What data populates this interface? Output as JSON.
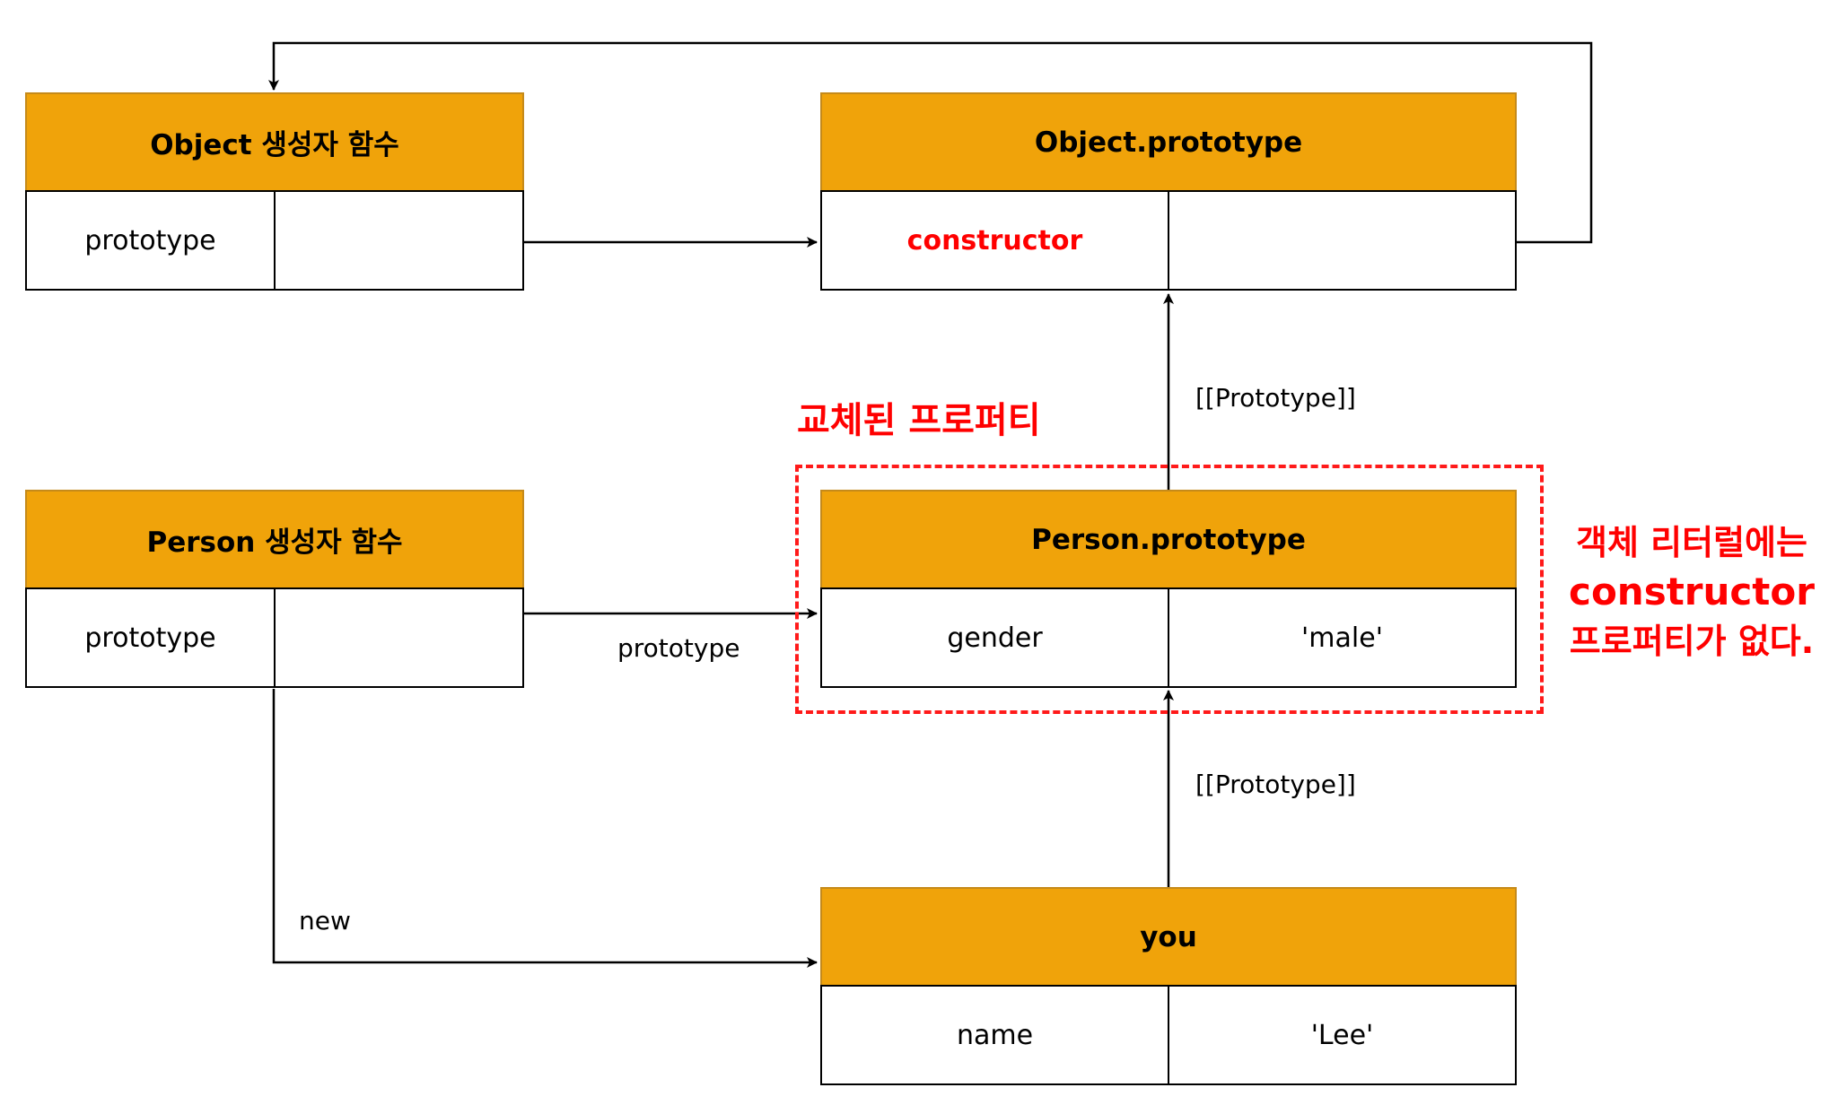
{
  "nodes": {
    "object_ctor": {
      "title": "Object 생성자 함수",
      "cells": [
        "prototype",
        ""
      ]
    },
    "object_proto": {
      "title": "Object.prototype",
      "cells": [
        "constructor",
        ""
      ]
    },
    "person_ctor": {
      "title": "Person 생성자 함수",
      "cells": [
        "prototype",
        ""
      ]
    },
    "person_proto": {
      "title": "Person.prototype",
      "cells": [
        "gender",
        "'male'"
      ]
    },
    "you": {
      "title": "you",
      "cells": [
        "name",
        "'Lee'"
      ]
    }
  },
  "edges": {
    "proto_link_upper": "[[Prototype]]",
    "proto_link_lower": "[[Prototype]]",
    "person_prototype": "prototype",
    "new": "new"
  },
  "annotations": {
    "replaced_label": "교체된 프로퍼티",
    "note_line1": "객체 리터럴에는",
    "note_line2": "constructor",
    "note_line3": "프로퍼티가 없다."
  },
  "colors": {
    "header_fill": "#f0a30a",
    "highlight": "#ff0000"
  }
}
